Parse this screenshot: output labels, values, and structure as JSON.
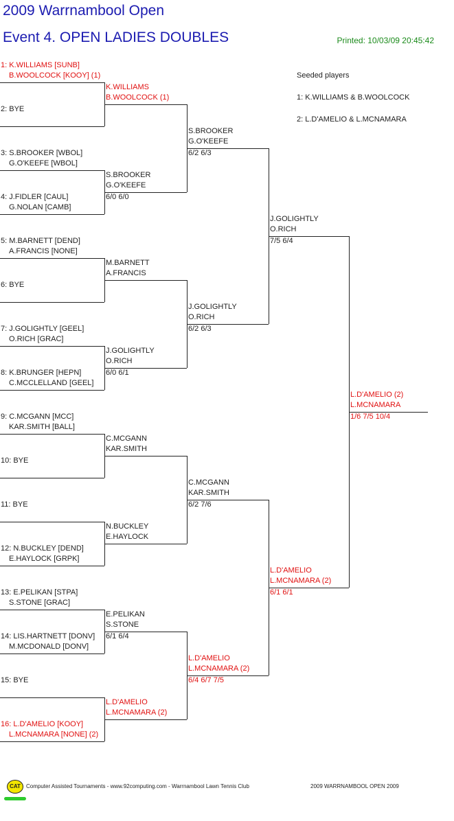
{
  "header": {
    "title": "2009 Warrnambool Open",
    "event": "Event 4. OPEN LADIES DOUBLES",
    "printed": "Printed: 10/03/09 20:45:42"
  },
  "seeds": {
    "heading": "Seeded players",
    "list": [
      "1: K.WILLIAMS & B.WOOLCOCK",
      "2: L.D'AMELIO & L.MCNAMARA"
    ]
  },
  "draw": {
    "r1": [
      {
        "l1": "1: K.WILLIAMS [SUNB]",
        "l2": "B.WOOLCOCK [KOOY] (1)",
        "seed": true
      },
      {
        "l1": "2: BYE",
        "l2": ""
      },
      {
        "l1": "3: S.BROOKER [WBOL]",
        "l2": "G.O'KEEFE [WBOL]"
      },
      {
        "l1": "4: J.FIDLER [CAUL]",
        "l2": "G.NOLAN [CAMB]"
      },
      {
        "l1": "5: M.BARNETT [DEND]",
        "l2": "A.FRANCIS [NONE]"
      },
      {
        "l1": "6: BYE",
        "l2": ""
      },
      {
        "l1": "7: J.GOLIGHTLY [GEEL]",
        "l2": "O.RICH [GRAC]"
      },
      {
        "l1": "8: K.BRUNGER [HEPN]",
        "l2": "C.MCCLELLAND [GEEL]"
      },
      {
        "l1": "9: C.MCGANN [MCC]",
        "l2": "KAR.SMITH [BALL]"
      },
      {
        "l1": "10: BYE",
        "l2": ""
      },
      {
        "l1": "11: BYE",
        "l2": ""
      },
      {
        "l1": "12: N.BUCKLEY [DEND]",
        "l2": "E.HAYLOCK [GRPK]"
      },
      {
        "l1": "13: E.PELIKAN [STPA]",
        "l2": "S.STONE [GRAC]"
      },
      {
        "l1": "14: LIS.HARTNETT [DONV]",
        "l2": "M.MCDONALD [DONV]"
      },
      {
        "l1": "15: BYE",
        "l2": ""
      },
      {
        "l1": "16: L.D'AMELIO [KOOY]",
        "l2": "L.MCNAMARA [NONE] (2)",
        "seed": true
      }
    ],
    "r2": [
      {
        "l1": "K.WILLIAMS",
        "l2": "B.WOOLCOCK (1)",
        "score": "",
        "seed": true
      },
      {
        "l1": "S.BROOKER",
        "l2": "G.O'KEEFE",
        "score": "6/0 6/0"
      },
      {
        "l1": "M.BARNETT",
        "l2": "A.FRANCIS",
        "score": ""
      },
      {
        "l1": "J.GOLIGHTLY",
        "l2": "O.RICH",
        "score": "6/0 6/1"
      },
      {
        "l1": "C.MCGANN",
        "l2": "KAR.SMITH",
        "score": ""
      },
      {
        "l1": "N.BUCKLEY",
        "l2": "E.HAYLOCK",
        "score": ""
      },
      {
        "l1": "E.PELIKAN",
        "l2": "S.STONE",
        "score": "6/1 6/4"
      },
      {
        "l1": "L.D'AMELIO",
        "l2": "L.MCNAMARA (2)",
        "score": "",
        "seed": true
      }
    ],
    "r3": [
      {
        "l1": "S.BROOKER",
        "l2": "G.O'KEEFE",
        "score": "6/2 6/3"
      },
      {
        "l1": "J.GOLIGHTLY",
        "l2": "O.RICH",
        "score": "6/2 6/3"
      },
      {
        "l1": "C.MCGANN",
        "l2": "KAR.SMITH",
        "score": "6/2 7/6"
      },
      {
        "l1": "L.D'AMELIO",
        "l2": "L.MCNAMARA (2)",
        "score": "6/4 6/7 7/5",
        "seed": true
      }
    ],
    "r4": [
      {
        "l1": "J.GOLIGHTLY",
        "l2": "O.RICH",
        "score": "7/5 6/4"
      },
      {
        "l1": "L.D'AMELIO",
        "l2": "L.MCNAMARA (2)",
        "score": "6/1 6/1",
        "seed": true
      }
    ],
    "r5": [
      {
        "l1": "L.D'AMELIO (2)",
        "l2": "L.MCNAMARA",
        "score": "1/6 7/5 10/4",
        "seed": true
      }
    ]
  },
  "footer": {
    "logo": "CAT",
    "credit": "Computer Assisted Tournaments - www.92computing.com -  Warrnambool Lawn Tennis Club",
    "event": "2009 WARRNAMBOOL OPEN 2009"
  },
  "colors": {
    "title": "#1b1bb0",
    "seed": "#e01010",
    "printed": "#1a8a1a",
    "logo": "#f2e600",
    "logo_bar": "#2ecc2e"
  }
}
